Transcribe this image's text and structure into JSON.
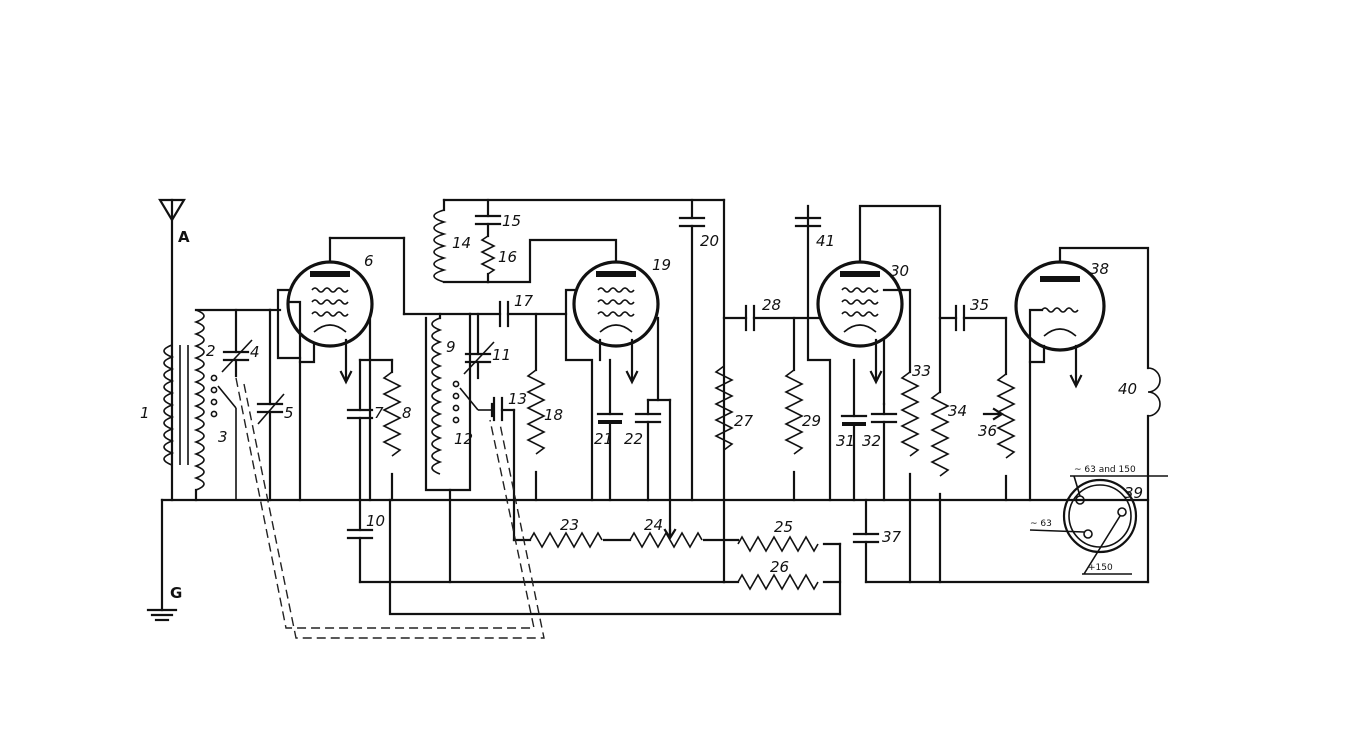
{
  "labels": {
    "antenna": "A",
    "ground": "G",
    "n1": "1",
    "n2": "2",
    "n3": "3",
    "n4": "4",
    "n5": "5",
    "n6": "6",
    "n7": "7",
    "n8": "8",
    "n9": "9",
    "n10": "10",
    "n11": "11",
    "n12": "12",
    "n13": "13",
    "n14": "14",
    "n15": "15",
    "n16": "16",
    "n17": "17",
    "n18": "18",
    "n19": "19",
    "n20": "20",
    "n21": "21",
    "n22": "22",
    "n23": "23",
    "n24": "24",
    "n25": "25",
    "n26": "26",
    "n27": "27",
    "n28": "28",
    "n29": "29",
    "n30": "30",
    "n31": "31",
    "n32": "32",
    "n33": "33",
    "n34": "34",
    "n35": "35",
    "n36": "36",
    "n37": "37",
    "n38": "38",
    "n39": "39",
    "n40": "40",
    "n41": "41"
  },
  "socket": {
    "top": "~ 63 and 150",
    "left": "~ 63",
    "bottom": "+150"
  },
  "colors": {
    "ink": "#111111",
    "paper": "#ffffff"
  }
}
